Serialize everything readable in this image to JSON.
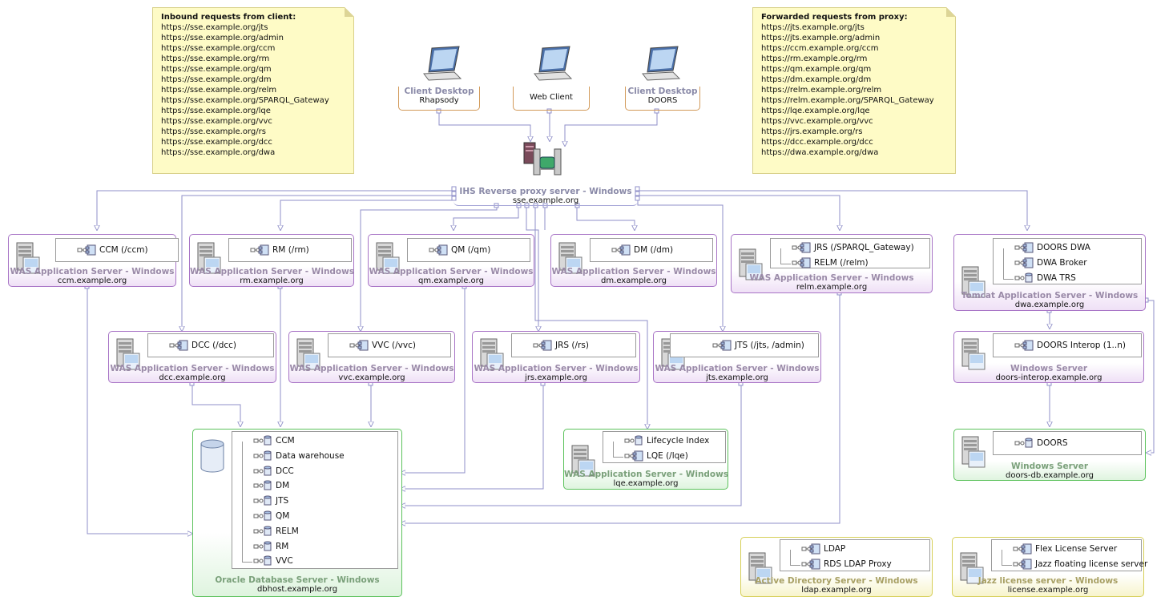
{
  "notes": {
    "inbound": {
      "title": "Inbound requests from client:",
      "lines": [
        "https://sse.example.org/jts",
        "https://sse.example.org/admin",
        "https://sse.example.org/ccm",
        "https://sse.example.org/rm",
        "https://sse.example.org/qm",
        "https://sse.example.org/dm",
        "https://sse.example.org/relm",
        "https://sse.example.org/SPARQL_Gateway",
        "https://sse.example.org/lqe",
        "https://sse.example.org/vvc",
        "https://sse.example.org/rs",
        "https://sse.example.org/dcc",
        "https://sse.example.org/dwa"
      ]
    },
    "forwarded": {
      "title": "Forwarded requests from proxy:",
      "lines": [
        "https://jts.example.org/jts",
        "https://jts.example.org/admin",
        "https://ccm.example.org/ccm",
        "https://rm.example.org/rm",
        "https://qm.example.org/qm",
        "https://dm.example.org/dm",
        "https://relm.example.org/relm",
        "https://relm.example.org/SPARQL_Gateway",
        "https://lqe.example.org/lqe",
        "https://vvc.example.org/vvc",
        "https://jrs.example.org/rs",
        "https://dcc.example.org/dcc",
        "https://dwa.example.org/dwa"
      ]
    }
  },
  "clients": {
    "rhapsody": {
      "title": "Client Desktop",
      "sub": "Rhapsody"
    },
    "web": {
      "title": "",
      "sub": "Web Client"
    },
    "doors": {
      "title": "Client Desktop",
      "sub": "DOORS"
    }
  },
  "proxy": {
    "title": "IHS Reverse proxy server - Windows",
    "host": "sse.example.org"
  },
  "servers": {
    "ccm": {
      "type": "WAS Application Server - Windows",
      "host": "ccm.example.org",
      "components": [
        "CCM (/ccm)"
      ]
    },
    "rm": {
      "type": "WAS Application Server - Windows",
      "host": "rm.example.org",
      "components": [
        "RM (/rm)"
      ]
    },
    "qm": {
      "type": "WAS Application Server - Windows",
      "host": "qm.example.org",
      "components": [
        "QM (/qm)"
      ]
    },
    "dm": {
      "type": "WAS Application Server - Windows",
      "host": "dm.example.org",
      "components": [
        "DM (/dm)"
      ]
    },
    "relm": {
      "type": "WAS Application Server - Windows",
      "host": "relm.example.org",
      "components": [
        "JRS (/SPARQL_Gateway)",
        "RELM (/relm)"
      ]
    },
    "dwa": {
      "type": "Tomcat Application Server - Windows",
      "host": "dwa.example.org",
      "components": [
        "DOORS DWA",
        "DWA Broker",
        "DWA TRS"
      ]
    },
    "dcc": {
      "type": "WAS Application Server - Windows",
      "host": "dcc.example.org",
      "components": [
        "DCC (/dcc)"
      ]
    },
    "vvc": {
      "type": "WAS Application Server - Windows",
      "host": "vvc.example.org",
      "components": [
        "VVC (/vvc)"
      ]
    },
    "jrs": {
      "type": "WAS Application Server - Windows",
      "host": "jrs.example.org",
      "components": [
        "JRS (/rs)"
      ]
    },
    "jts": {
      "type": "WAS Application Server - Windows",
      "host": "jts.example.org",
      "components": [
        "JTS (/jts, /admin)"
      ]
    },
    "interop": {
      "type": "Windows Server",
      "host": "doors-interop.example.org",
      "components": [
        "DOORS Interop (1..n)"
      ]
    },
    "lqe": {
      "type": "WAS Application Server - Windows",
      "host": "lqe.example.org",
      "components": [
        "Lifecycle Index",
        "LQE (/lqe)"
      ]
    },
    "doorsdb": {
      "type": "Windows Server",
      "host": "doors-db.example.org",
      "components": [
        "DOORS"
      ]
    },
    "oracle": {
      "type": "Oracle Database Server - Windows",
      "host": "dbhost.example.org",
      "components": [
        "CCM",
        "Data warehouse",
        "DCC",
        "DM",
        "JTS",
        "QM",
        "RELM",
        "RM",
        "VVC"
      ]
    },
    "ldap": {
      "type": "Active Directory Server - Windows",
      "host": "ldap.example.org",
      "components": [
        "LDAP",
        "RDS LDAP Proxy"
      ]
    },
    "license": {
      "type": "Jazz license server - Windows",
      "host": "license.example.org",
      "components": [
        "Flex License Server",
        "Jazz floating license server"
      ]
    }
  },
  "colors": {
    "wire": "#8f8fc8",
    "purple": "#a874c6",
    "green": "#5cc25c",
    "yellow": "#d6cf58",
    "note": "#fefbc6"
  }
}
